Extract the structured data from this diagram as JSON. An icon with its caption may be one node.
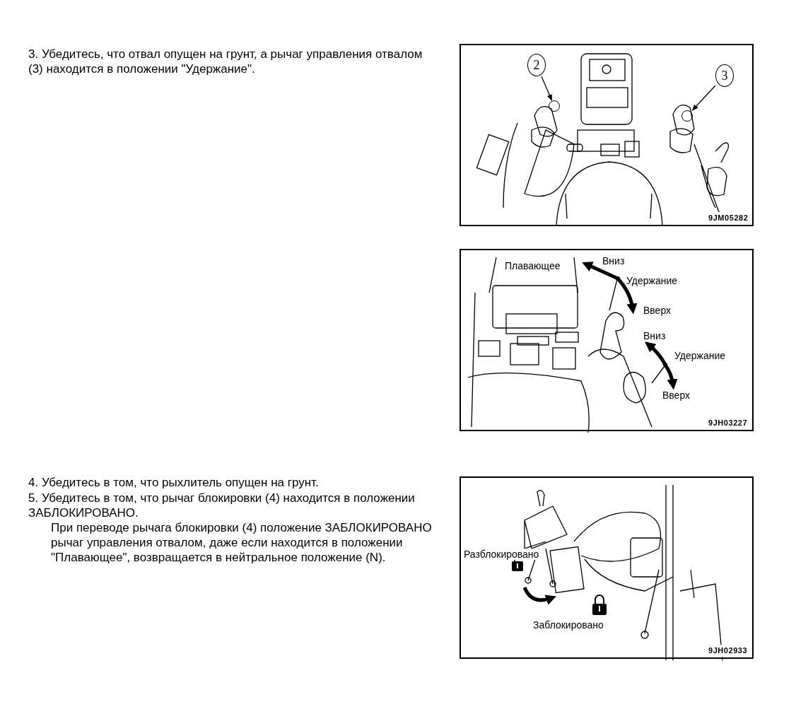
{
  "diagram": {
    "nodes": [
      {
        "text": [
          "2"
        ]
      },
      {
        "text": [],
        "shape": "circle"
      },
      {
        "text": [
          "3"
        ]
      },
      {
        "text": [],
        "shape": "circle"
      }
    ],
    "edges": [
      {
        "from": 0,
        "to": 1,
        "arrow": "to"
      },
      {
        "from": 2,
        "to": 3,
        "arrow": "to"
      }
    ],
    "labels": [
      "3. Убедитесь, что отвал опущен на грунт, а рычаг управления отвалом (3) находится в положении \"Удержание\".",
      "9JM05282",
      "Плавающее",
      "Вниз",
      "Удержание",
      "Вверх",
      "Вниз",
      "Удержание",
      "Вверх",
      "9JH03227",
      "4. Убедитесь в том, что рыхлитель опущен на грунт.",
      "5. Убедитесь в том, что рычаг блокировки (4) находится в положении ЗАБЛОКИРОВАНО.",
      "При переводе рычага блокировки (4) положение ЗАБЛОКИРОВАНО рычаг управления отвалом, даже если находится в положении \"Плавающее\", возвращается в нейтральное положение (N).",
      "Разблокировано",
      "Заблокировано",
      "9JH02933"
    ]
  }
}
